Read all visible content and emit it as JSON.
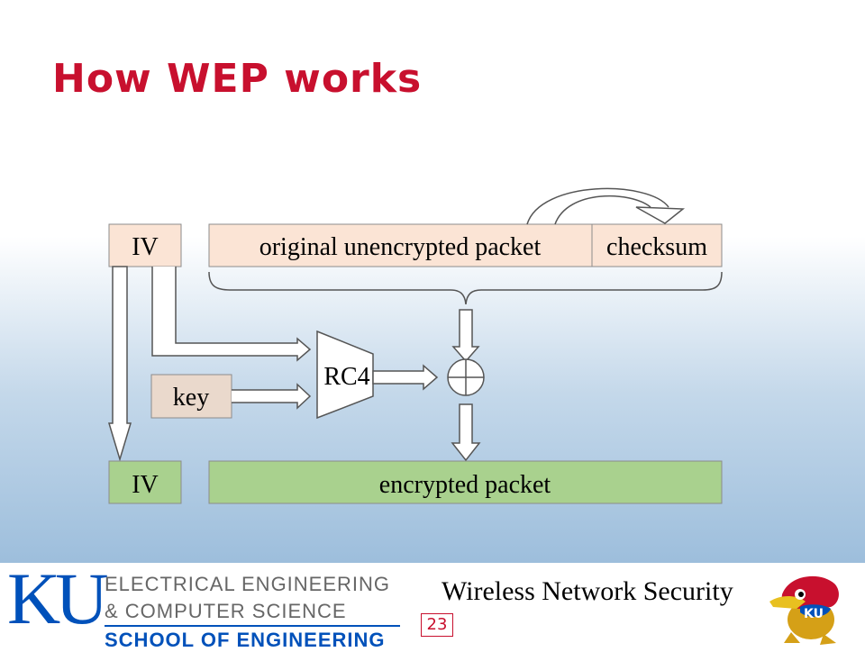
{
  "title": "How WEP works",
  "diagram": {
    "iv_top": "IV",
    "original_packet": "original unencrypted packet",
    "checksum": "checksum",
    "key": "key",
    "rc4": "RC4",
    "iv_bottom": "IV",
    "encrypted_packet": "encrypted packet",
    "colors": {
      "plain": "#fbe4d5",
      "encrypted": "#a9d18e",
      "key": "#ead9cc"
    }
  },
  "footer": {
    "course": "Wireless Network Security",
    "page_number": "23",
    "ku_letters": "KU",
    "dept_line1": "ELECTRICAL ENGINEERING",
    "dept_line2": "& COMPUTER SCIENCE",
    "school": "SCHOOL OF ENGINEERING",
    "mascot_text": "KU"
  }
}
